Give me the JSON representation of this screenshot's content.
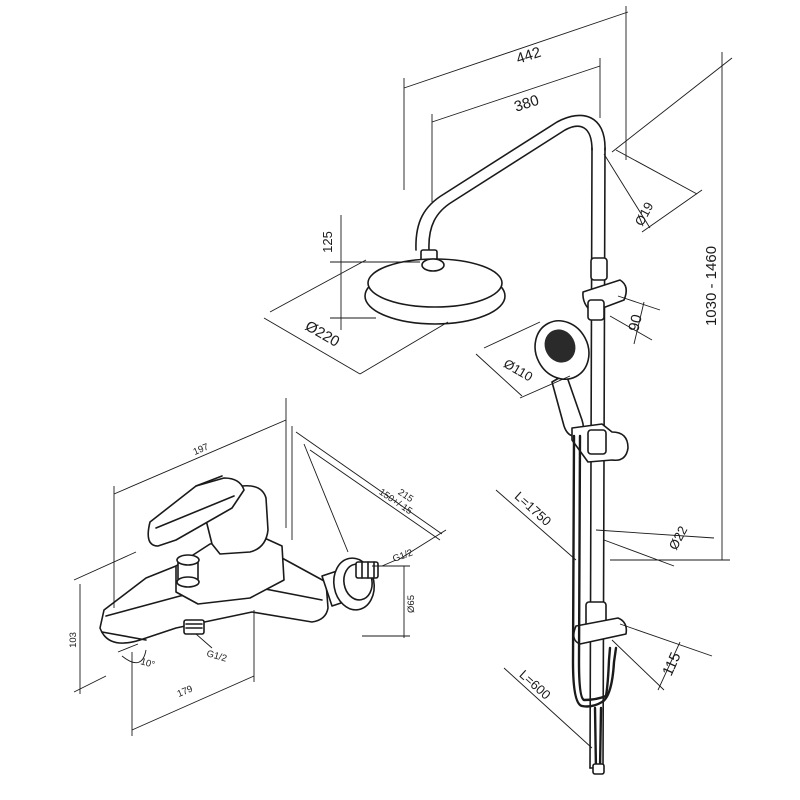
{
  "labels": {
    "width_442": "442",
    "width_380": "380",
    "arm_d19": "Ø19",
    "head_drop_125": "125",
    "head_d220": "Ø220",
    "handshower_d110": "Ø110",
    "slider_90": "90",
    "height_range": "1030 - 1460",
    "hose_l1750": "L=1750",
    "bar_d22": "Ø22",
    "bracket_115": "115",
    "hose_l600": "L=600",
    "mixer_197": "197",
    "mixer_215": "215",
    "mixer_150": "150+/-15",
    "mixer_g12_top": "G1/2",
    "mixer_g12_bottom": "G1/2",
    "mixer_d65": "Ø65",
    "mixer_103": "103",
    "mixer_179": "179",
    "mixer_angle_10": "10°"
  }
}
